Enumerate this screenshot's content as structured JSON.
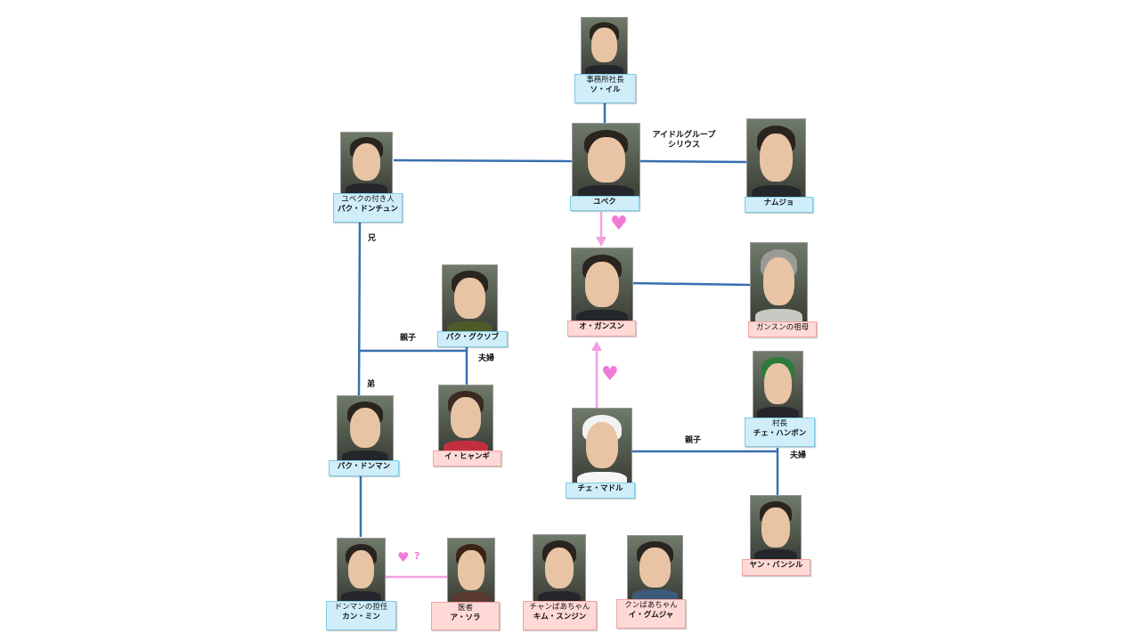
{
  "nodes": {
    "soil": {
      "role": "事務所社長",
      "name": "ソ・イル",
      "color": "blue"
    },
    "yubek": {
      "role": "",
      "name": "ユベク",
      "color": "blue"
    },
    "namujo": {
      "role": "",
      "name": "ナムジョ",
      "color": "blue"
    },
    "dongchun": {
      "role": "ユベクの付き人",
      "name": "パク・ドンチュン",
      "color": "blue"
    },
    "gansun": {
      "role": "",
      "name": "オ・ガンスン",
      "color": "pink"
    },
    "grandma": {
      "role": "",
      "name": "ガンスンの祖母",
      "color": "pink"
    },
    "gukseob": {
      "role": "",
      "name": "パク・グクソブ",
      "color": "blue"
    },
    "hyangi": {
      "role": "",
      "name": "イ・ヒャンギ",
      "color": "pink"
    },
    "dongman": {
      "role": "",
      "name": "パク・ドンマン",
      "color": "blue"
    },
    "madol": {
      "role": "",
      "name": "チェ・マドル",
      "color": "blue"
    },
    "hanbon": {
      "role": "村長",
      "name": "チェ・ハンボン",
      "color": "blue"
    },
    "bansil": {
      "role": "",
      "name": "ヤン・バンシル",
      "color": "pink"
    },
    "kangmin": {
      "role": "ドンマンの担任",
      "name": "カン・ミン",
      "color": "blue"
    },
    "sora": {
      "role": "医者",
      "name": "ア・ソラ",
      "color": "pink"
    },
    "sunjin": {
      "role": "チャンばあちゃん",
      "name": "キム・スンジン",
      "color": "pink"
    },
    "gumja": {
      "role": "クンばあちゃん",
      "name": "イ・グムジャ",
      "color": "pink"
    }
  },
  "relations": {
    "idol_group_line1": "アイドルグループ",
    "idol_group_line2": "シリウス",
    "older_brother": "兄",
    "younger_brother": "弟",
    "parent_child_left": "親子",
    "married_left": "夫婦",
    "parent_child_right": "親子",
    "married_right": "夫婦",
    "question": "?"
  },
  "colors": {
    "line_blue": "#3a6fb0",
    "line_pink": "#f3a0e2",
    "heart": "#f07ad8",
    "label_blue": "#cfeefa",
    "label_pink": "#ffd9d6"
  },
  "icons": {
    "heart": "heart-icon"
  }
}
